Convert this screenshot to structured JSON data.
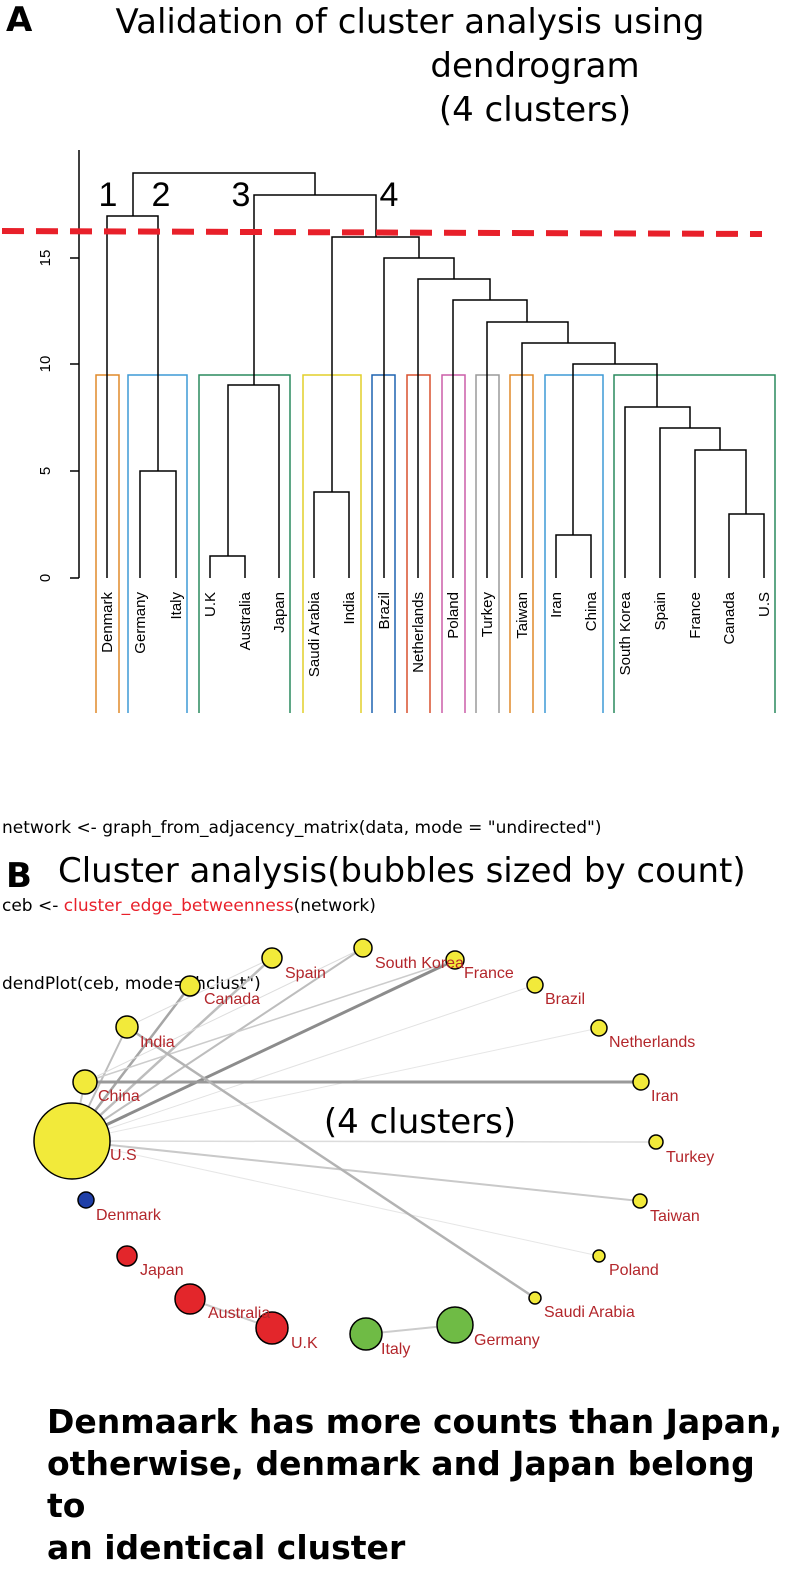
{
  "panel_a": {
    "letter": "A",
    "title_line1": "Validation of cluster analysis using",
    "title_line2": "dendrogram",
    "title_line3": "(4 clusters)",
    "y_ticks": [
      "0",
      "5",
      "10",
      "15"
    ],
    "cluster_numbers": [
      "1",
      "2",
      "3",
      "4"
    ],
    "leaves": [
      "Denmark",
      "Germany",
      "Italy",
      "U.K",
      "Australia",
      "Japan",
      "Saudi Arabia",
      "India",
      "Brazil",
      "Netherlands",
      "Poland",
      "Turkey",
      "Taiwan",
      "Iran",
      "China",
      "South Korea",
      "Spain",
      "France",
      "Canada",
      "U.S"
    ],
    "cut_line_color": "#e8202a"
  },
  "code": {
    "line1": "network <- graph_from_adjacency_matrix(data, mode = \"undirected\")",
    "line2_prefix": "ceb <- ",
    "line2_function": "cluster_edge_betweenness",
    "line2_suffix": "(network)",
    "line3": "dendPlot(ceb, mode=\"hclust\")"
  },
  "panel_b": {
    "letter": "B",
    "title": "Cluster analysis(bubbles sized by count)",
    "overlay_label": "(4 clusters)",
    "nodes": [
      {
        "name": "U.S",
        "color": "#f2ea3a"
      },
      {
        "name": "China",
        "color": "#f2ea3a"
      },
      {
        "name": "India",
        "color": "#f2ea3a"
      },
      {
        "name": "Canada",
        "color": "#f2ea3a"
      },
      {
        "name": "Spain",
        "color": "#f2ea3a"
      },
      {
        "name": "South Korea",
        "color": "#f2ea3a"
      },
      {
        "name": "France",
        "color": "#f2ea3a"
      },
      {
        "name": "Brazil",
        "color": "#f2ea3a"
      },
      {
        "name": "Netherlands",
        "color": "#f2ea3a"
      },
      {
        "name": "Iran",
        "color": "#f2ea3a"
      },
      {
        "name": "Turkey",
        "color": "#f2ea3a"
      },
      {
        "name": "Taiwan",
        "color": "#f2ea3a"
      },
      {
        "name": "Poland",
        "color": "#f2ea3a"
      },
      {
        "name": "Saudi Arabia",
        "color": "#f2ea3a"
      },
      {
        "name": "Denmark",
        "color": "#1f3fa8"
      },
      {
        "name": "Japan",
        "color": "#e3262b"
      },
      {
        "name": "Australia",
        "color": "#e3262b"
      },
      {
        "name": "U.K",
        "color": "#e3262b"
      },
      {
        "name": "Italy",
        "color": "#6fbb45"
      },
      {
        "name": "Germany",
        "color": "#6fbb45"
      }
    ]
  },
  "caption": "Denmaark has more counts than Japan,\notherwise, denmark and Japan belong to\nan identical cluster"
}
